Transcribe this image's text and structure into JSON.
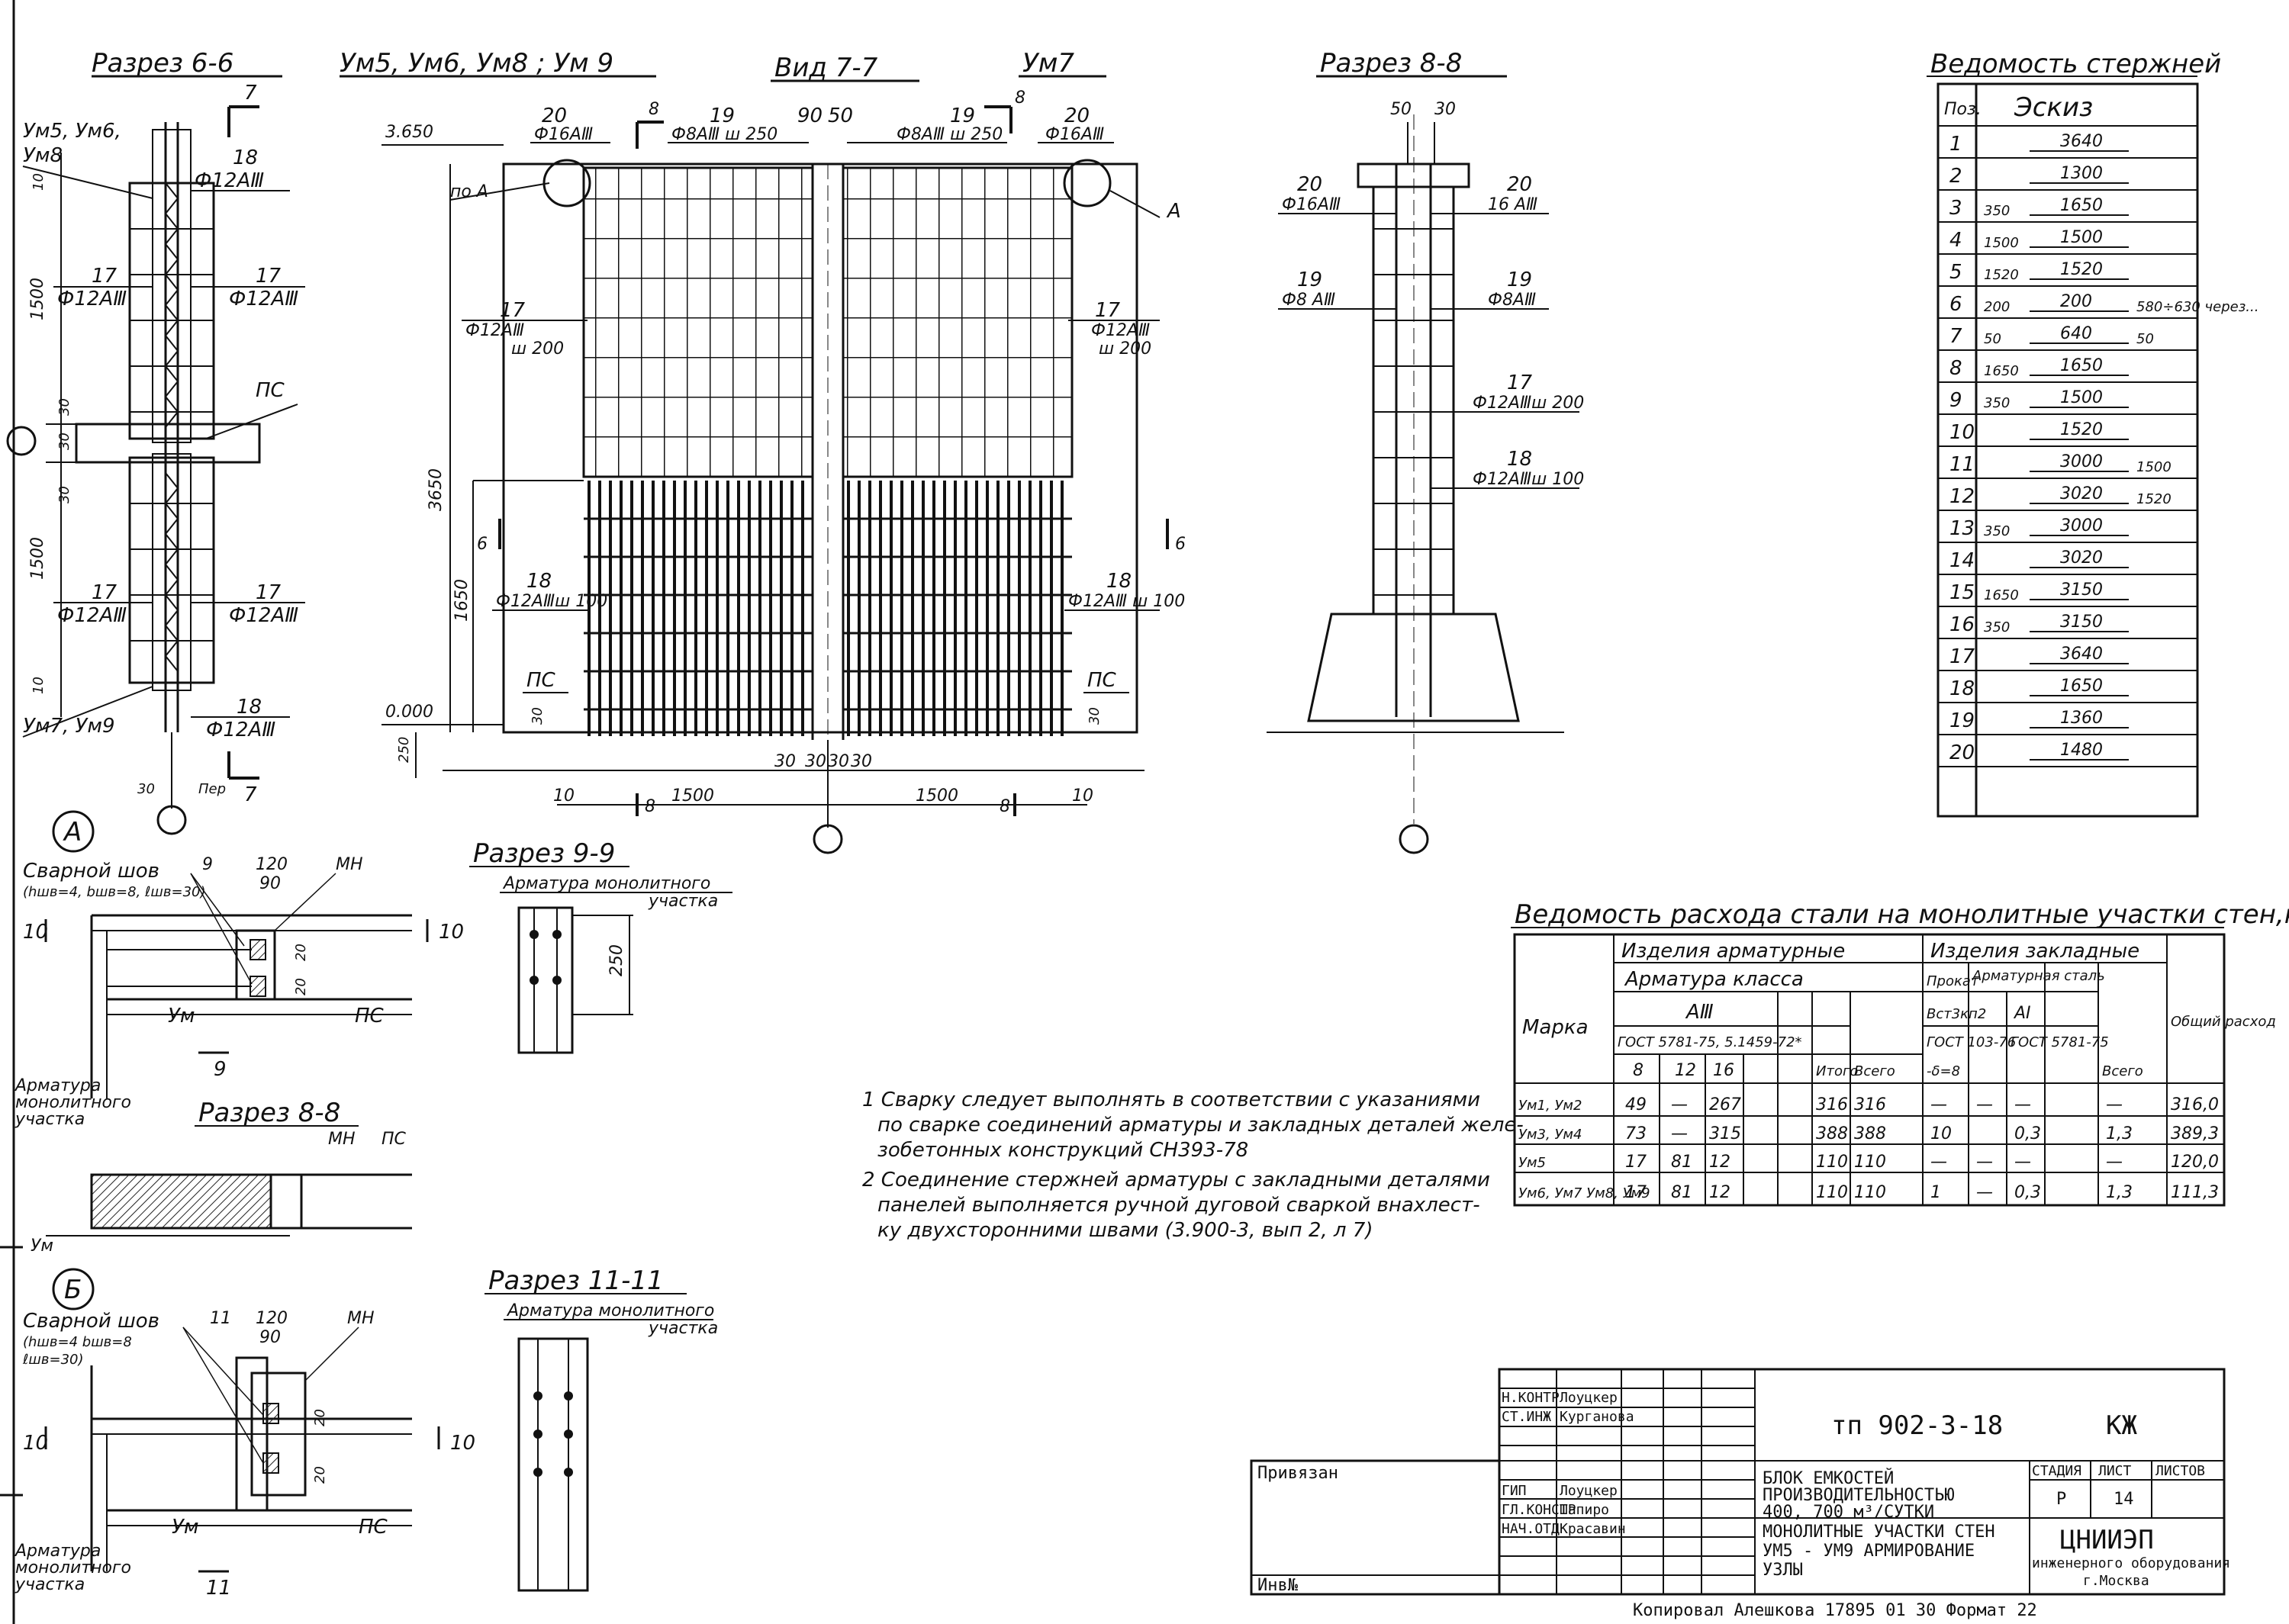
{
  "titles": {
    "section_6": "Разрез 6-6",
    "marks_title": "Ум5, Ум6, Ум8 ; Ум 9",
    "view_7": "Вид 7-7",
    "um7": "Ум7",
    "section_8_top": "Разрез 8-8",
    "section_9": "Разрез 9-9",
    "section_8_small": "Разрез 8-8",
    "section_11": "Разрез 11-11",
    "node_a": "А",
    "node_b": "Б"
  },
  "section66": {
    "mark_top": "Ум5, Ум6,",
    "mark_top2": "Ум8",
    "mark_bottom": "Ум7, Ум9",
    "bar_18_top": "18",
    "bar_18_top_spec": "Ф12АⅢ",
    "bar_17_l1": "17",
    "bar_17_l1_spec": "Ф12АⅢ",
    "bar_17_r1": "17",
    "bar_17_r1_spec": "Ф12АⅢ",
    "ps": "ПС",
    "bar_17_l2": "17",
    "bar_17_l2_spec": "Ф12АⅢ",
    "bar_17_r2": "17",
    "bar_17_r2_spec": "Ф12АⅢ",
    "bar_18_bot": "18",
    "bar_18_bot_spec": "Ф12АⅢ",
    "dim_1500a": "1500",
    "dim_1500b": "1500",
    "dim_10a": "10",
    "dim_10b": "10",
    "dim_30": "30",
    "dim_30b": "30",
    "dim_30c": "30",
    "dim_30d": "30",
    "sec_mark": "7",
    "sec_mark_b": "7",
    "per": "Пер"
  },
  "view77": {
    "elev_top": "3.650",
    "po_a": "по А",
    "label_a": "А",
    "bar20_l": "20",
    "bar20_l_spec": "Ф16АⅢ",
    "bar19_l": "19",
    "bar19_l_spec": "Ф8АⅢ ш 250",
    "dim_90": "90",
    "dim_50": "50",
    "bar19_r": "19",
    "bar19_r_spec": "Ф8АⅢ ш 250",
    "bar20_r": "20",
    "bar20_r_spec": "Ф16АⅢ",
    "sec8_l": "8",
    "sec8_r": "8",
    "bar17_l": "17",
    "bar17_l_spec": "Ф12АⅢ",
    "bar17_l_step": "ш 200",
    "bar17_r": "17",
    "bar17_r_spec": "Ф12АⅢ",
    "bar17_r_step": "ш 200",
    "dim_3650": "3650",
    "dim_1650": "1650",
    "sec6_l": "6",
    "sec6_r": "6",
    "bar18_l": "18",
    "bar18_l_spec": "Ф12АⅢш 100",
    "bar18_r": "18",
    "bar18_r_spec": "Ф12АⅢ ш 100",
    "ps_l": "ПС",
    "ps_r": "ПС",
    "elev_zero": "0.000",
    "dim_250": "250",
    "dim_30l": "30",
    "dim_30r": "30",
    "dim_30a": "30",
    "dim_30b": "30",
    "dim_30c": "30",
    "dim_30d": "30",
    "dim_10l": "10",
    "dim_1500l": "1500",
    "dim_1500r": "1500",
    "dim_10r": "10",
    "sec8_bl": "8",
    "sec8_br": "8"
  },
  "section88": {
    "dim_50": "50",
    "dim_30": "30",
    "bar20_l": "20",
    "bar20_l_spec": "Ф16АⅢ",
    "bar20_r": "20",
    "bar20_r_spec": "16 АⅢ",
    "bar19_l": "19",
    "bar19_l_spec": "Ф8 АⅢ",
    "bar19_r": "19",
    "bar19_r_spec": "Ф8АⅢ",
    "bar17": "17",
    "bar17_spec": "Ф12АⅢш 200",
    "bar18": "18",
    "bar18_spec": "Ф12АⅢш 100"
  },
  "nodeA": {
    "weld": "Сварной шов",
    "weld_spec": "(hшв=4, bшв=8, ℓшв=30)",
    "d9": "9",
    "d120": "120",
    "d90": "90",
    "mn": "МН",
    "d10l": "10",
    "d10r": "10",
    "d20a": "20",
    "d20b": "20",
    "um": "Ум",
    "ps": "ПС",
    "sec9": "9",
    "arm1": "Арматура",
    "arm2": "монолитного",
    "arm3": "участка"
  },
  "nodeB": {
    "weld": "Сварной шов",
    "weld_spec1": "(hшв=4 bшв=8",
    "weld_spec2": "ℓшв=30)",
    "d11": "11",
    "d120": "120",
    "d90": "90",
    "mn": "МН",
    "d10l": "10",
    "d10r": "10",
    "d20a": "20",
    "d20b": "20",
    "um": "Ум",
    "ps": "ПС",
    "sec11": "11",
    "arm1": "Арматура",
    "arm2": "монолитного",
    "arm3": "участка"
  },
  "sec88small": {
    "mn": "МН",
    "ps": "ПС",
    "um": "Ум"
  },
  "section99": {
    "note1": "Арматура монолитного",
    "note2": "участка",
    "dim": "250"
  },
  "section1111": {
    "note1": "Арматура монолитного",
    "note2": "участка"
  },
  "rods_table": {
    "title": "Ведомость стержней",
    "header_pos": "Поз.",
    "header_sketch": "Эскиз",
    "rows": [
      {
        "pos": "1",
        "sketch": "3640",
        "pre": "",
        "post": ""
      },
      {
        "pos": "2",
        "sketch": "1300",
        "pre": "",
        "post": ""
      },
      {
        "pos": "3",
        "sketch": "1650",
        "pre": "350",
        "post": ""
      },
      {
        "pos": "4",
        "sketch": "1500",
        "pre": "1500",
        "post": ""
      },
      {
        "pos": "5",
        "sketch": "1520",
        "pre": "1520",
        "post": ""
      },
      {
        "pos": "6",
        "sketch": "200",
        "pre": "200",
        "post": "580÷630 через..."
      },
      {
        "pos": "7",
        "sketch": "640",
        "pre": "50",
        "post": "50"
      },
      {
        "pos": "8",
        "sketch": "1650",
        "pre": "1650",
        "post": ""
      },
      {
        "pos": "9",
        "sketch": "1500",
        "pre": "350",
        "post": ""
      },
      {
        "pos": "10",
        "sketch": "1520",
        "pre": "",
        "post": ""
      },
      {
        "pos": "11",
        "sketch": "3000",
        "pre": "",
        "post": "1500"
      },
      {
        "pos": "12",
        "sketch": "3020",
        "pre": "",
        "post": "1520"
      },
      {
        "pos": "13",
        "sketch": "3000",
        "pre": "350",
        "post": ""
      },
      {
        "pos": "14",
        "sketch": "3020",
        "pre": "",
        "post": ""
      },
      {
        "pos": "15",
        "sketch": "3150",
        "pre": "1650",
        "post": ""
      },
      {
        "pos": "16",
        "sketch": "3150",
        "pre": "350",
        "post": ""
      },
      {
        "pos": "17",
        "sketch": "3640",
        "pre": "",
        "post": ""
      },
      {
        "pos": "18",
        "sketch": "1650",
        "pre": "",
        "post": ""
      },
      {
        "pos": "19",
        "sketch": "1360",
        "pre": "",
        "post": ""
      },
      {
        "pos": "20",
        "sketch": "1480",
        "pre": "",
        "post": ""
      }
    ]
  },
  "steel_table": {
    "title": "Ведомость расхода стали на монолитные участки стен,кг",
    "h_arm_items": "Изделия арматурные",
    "h_emb_items": "Изделия закладные",
    "h_class": "Арматура класса",
    "h_mark": "Марка",
    "h_a3": "АⅢ",
    "h_gost": "ГОСТ 5781-75, 5.1459-72*",
    "h_d8": "8",
    "h_d12": "12",
    "h_d16": "16",
    "h_itogo": "Итого",
    "h_vsego": "Всего",
    "h_prokat": "Прокат",
    "h_armstal": "Арматурная сталь",
    "h_vst": "Вст3кп2",
    "h_a1": "АⅠ",
    "h_gost2": "ГОСТ 103-76",
    "h_gost3": "ГОСТ 5781-75",
    "h_delta": "-δ=8",
    "h_vsego2": "Всего",
    "h_total": "Общий расход",
    "rows": [
      {
        "mark": "Ум1, Ум2",
        "d8": "49",
        "d12": "—",
        "d16": "267",
        "itogo": "316",
        "vsego": "316",
        "prokat": "—",
        "a": "—",
        "b": "—",
        "vsego2": "—",
        "total": "316,0"
      },
      {
        "mark": "Ум3, Ум4",
        "d8": "73",
        "d12": "—",
        "d16": "315",
        "itogo": "388",
        "vsego": "388",
        "prokat": "10",
        "a": "",
        "b": "0,3",
        "vsego2": "1,3",
        "total": "389,3"
      },
      {
        "mark": "Ум5",
        "d8": "17",
        "d12": "81",
        "d16": "12",
        "itogo": "110",
        "vsego": "110",
        "prokat": "—",
        "a": "—",
        "b": "—",
        "vsego2": "—",
        "total": "120,0"
      },
      {
        "mark": "Ум6, Ум7 Ум8, Ум9",
        "d8": "17",
        "d12": "81",
        "d16": "12",
        "itogo": "110",
        "vsego": "110",
        "prokat": "1",
        "a": "—",
        "b": "0,3",
        "vsego2": "1,3",
        "total": "111,3"
      }
    ]
  },
  "notes": {
    "n1_l1": "1  Сварку следует выполнять в соответствии с указаниями",
    "n1_l2": "по сварке соединений арматуры и закладных деталей желе-",
    "n1_l3": "зобетонных конструкций СН393-78",
    "n2_l1": "2  Соединение стержней арматуры с закладными деталями",
    "n2_l2": "панелей выполняется ручной дуговой сваркой внахлест-",
    "n2_l3": "ку двухсторонними швами (3.900-3, вып 2, л 7)"
  },
  "stamp": {
    "code": "тп 902-3-18",
    "kzh": "КЖ",
    "privyazan": "Привязан",
    "inv": "Инв№",
    "roles": [
      "Н.КОНТР",
      "СТ.ИНЖ",
      "ГИП",
      "ГЛ.КОНСТР",
      "НАЧ.ОТД"
    ],
    "names": [
      "Лоуцкер",
      "Курганова",
      "Лоуцкер",
      "Шапиро",
      "Красавин"
    ],
    "object_l1": "БЛОК ЕМКОСТЕЙ",
    "object_l2": "ПРОИЗВОДИТЕЛЬНОСТЬЮ",
    "object_l3": "400, 700 м³/СУТКИ",
    "title_l1": "МОНОЛИТНЫЕ УЧАСТКИ СТЕН",
    "title_l2": "УМ5 - УМ9  АРМИРОВАНИЕ",
    "title_l3": "УЗЛЫ",
    "stage_h": "СТАДИЯ",
    "sheet_h": "ЛИСТ",
    "sheets_h": "ЛИСТОВ",
    "stage": "Р",
    "sheet": "14",
    "org": "ЦНИИЭП",
    "org_l2": "инженерного оборудования",
    "org_l3": "г.Москва",
    "footer": "Копировал  Алешкова     17895 01     30     Формат 22"
  }
}
